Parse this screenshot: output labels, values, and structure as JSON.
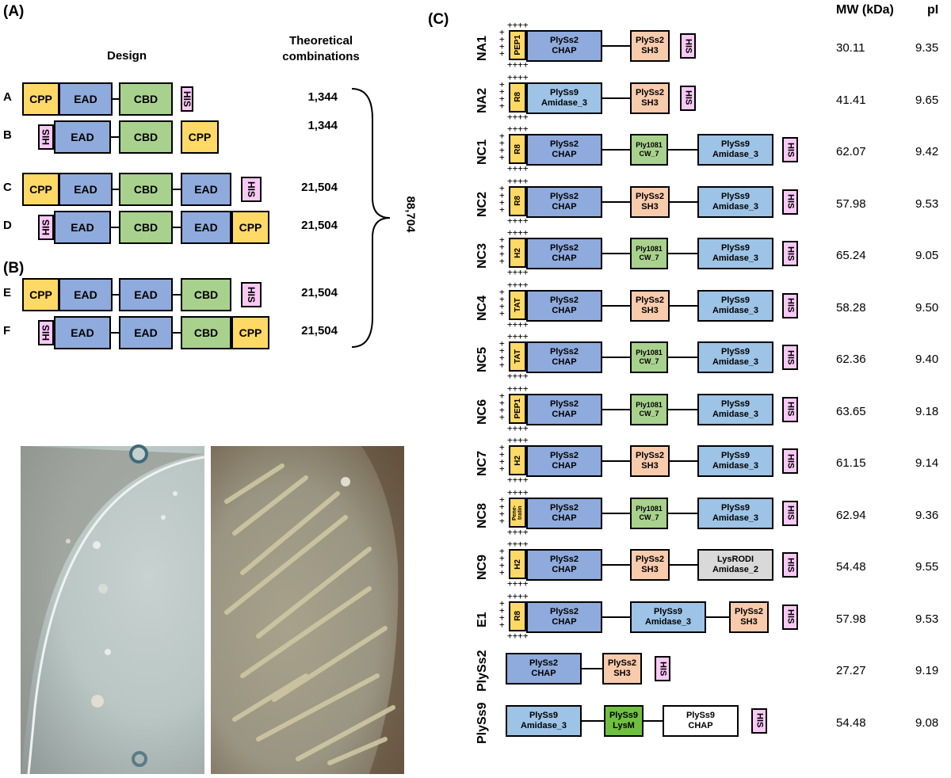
{
  "panel_a": {
    "label": "(A)",
    "design_header": "Design",
    "combinations_header": "Theoretical combinations",
    "total": "88,704",
    "rows": [
      {
        "letter": "A",
        "count": "1,344"
      },
      {
        "letter": "B",
        "count": "1,344"
      },
      {
        "letter": "C",
        "count": "21,504"
      },
      {
        "letter": "D",
        "count": "21,504"
      },
      {
        "letter": "E",
        "count": "21,504"
      },
      {
        "letter": "F",
        "count": "21,504"
      }
    ],
    "domains": {
      "cpp": "CPP",
      "ead": "EAD",
      "cbd": "CBD",
      "his": "HIS"
    }
  },
  "panel_b": {
    "label": "(B)"
  },
  "panel_c": {
    "label": "(C)",
    "mw_header": "MW (kDa)",
    "pi_header": "pI",
    "constructs": [
      {
        "name": "NA1",
        "mw": "30.11",
        "pi": "9.35",
        "cpp": "PEP1"
      },
      {
        "name": "NA2",
        "mw": "41.41",
        "pi": "9.65",
        "cpp": "R8"
      },
      {
        "name": "NC1",
        "mw": "62.07",
        "pi": "9.42",
        "cpp": "R8"
      },
      {
        "name": "NC2",
        "mw": "57.98",
        "pi": "9.53",
        "cpp": "R8"
      },
      {
        "name": "NC3",
        "mw": "65.24",
        "pi": "9.05",
        "cpp": "H2"
      },
      {
        "name": "NC4",
        "mw": "58.28",
        "pi": "9.50",
        "cpp": "TAT"
      },
      {
        "name": "NC5",
        "mw": "62.36",
        "pi": "9.40",
        "cpp": "TAT"
      },
      {
        "name": "NC6",
        "mw": "63.65",
        "pi": "9.18",
        "cpp": "PEP1"
      },
      {
        "name": "NC7",
        "mw": "61.15",
        "pi": "9.14",
        "cpp": "H2"
      },
      {
        "name": "NC8",
        "mw": "62.94",
        "pi": "9.36",
        "cpp": "Pene-tratin"
      },
      {
        "name": "NC9",
        "mw": "54.48",
        "pi": "9.55",
        "cpp": "H2"
      },
      {
        "name": "E1",
        "mw": "57.98",
        "pi": "9.53",
        "cpp": "R8"
      },
      {
        "name": "PlySs2",
        "mw": "27.27",
        "pi": "9.19"
      },
      {
        "name": "PlySs9",
        "mw": "54.48",
        "pi": "9.08"
      }
    ],
    "domains": {
      "chap_line1": "PlySs2",
      "chap_line2": "CHAP",
      "ami_line1": "PlySs9",
      "ami_line2": "Amidase_3",
      "sh3_line1": "PlySs2",
      "sh3_line2": "SH3",
      "cw7_line1": "Ply1081",
      "cw7_line2": "CW_7",
      "rodi_line1": "LysRODI",
      "rodi_line2": "Amidase_2",
      "lysm_line1": "PlySs9",
      "lysm_line2": "LysM",
      "chap9_line1": "PlySs9",
      "chap9_line2": "CHAP",
      "his": "HIS",
      "plus": "++++"
    }
  }
}
